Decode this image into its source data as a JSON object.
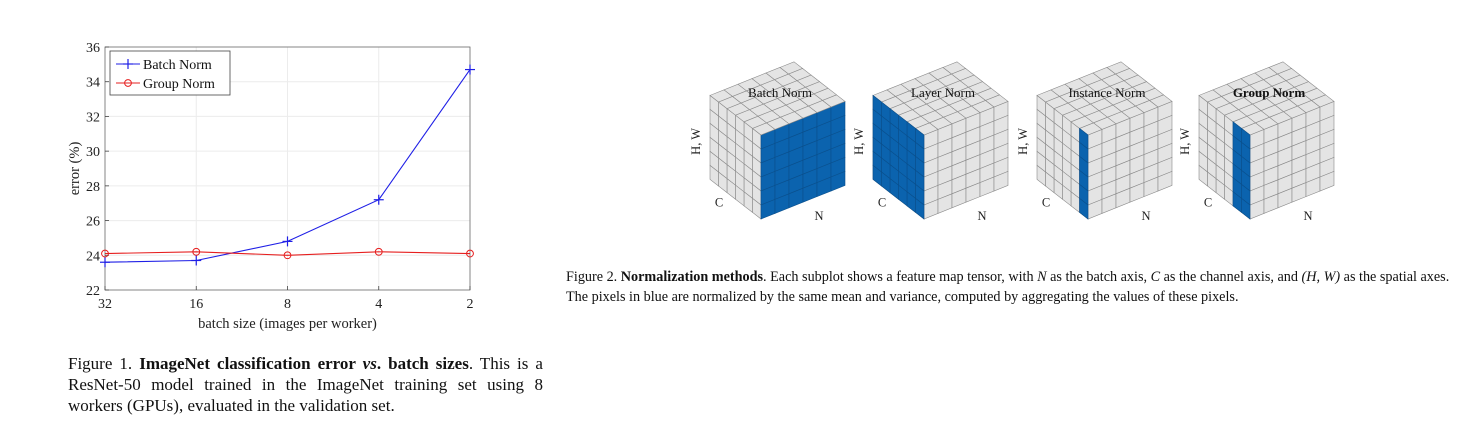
{
  "figure1": {
    "caption": {
      "prefix": "Figure 1. ",
      "bold_part1": "ImageNet classification error ",
      "bold_italic": "vs",
      "bold_part2": ". batch sizes",
      "rest": ". This is a ResNet-50 model trained in the ImageNet training set using 8 workers (GPUs), evaluated in the validation set."
    }
  },
  "chart_data": {
    "type": "line",
    "xlabel": "batch size (images per worker)",
    "ylabel": "error (%)",
    "categories": [
      "32",
      "16",
      "8",
      "4",
      "2"
    ],
    "ylim": [
      22,
      36
    ],
    "yticks": [
      22,
      24,
      26,
      28,
      30,
      32,
      34,
      36
    ],
    "grid": true,
    "legend_position": "top-left",
    "series": [
      {
        "name": "Batch Norm",
        "color": "#1f1fe6",
        "marker": "plus",
        "values": [
          23.6,
          23.7,
          24.8,
          27.2,
          34.7
        ]
      },
      {
        "name": "Group Norm",
        "color": "#e61f1f",
        "marker": "circle",
        "values": [
          24.1,
          24.2,
          24.0,
          24.2,
          24.1
        ]
      }
    ]
  },
  "figure2": {
    "colors": {
      "highlight": "#0b63ae",
      "cell": "#e4e4e4",
      "grid": "#8a8a8a"
    },
    "panels": [
      {
        "title": "Batch Norm",
        "bold": false,
        "axis_hw": "H, W",
        "axis_c": "C",
        "axis_n": "N",
        "mode": "batch"
      },
      {
        "title": "Layer Norm",
        "bold": false,
        "axis_hw": "H, W",
        "axis_c": "C",
        "axis_n": "N",
        "mode": "layer"
      },
      {
        "title": "Instance Norm",
        "bold": false,
        "axis_hw": "H, W",
        "axis_c": "C",
        "axis_n": "N",
        "mode": "instance"
      },
      {
        "title": "Group Norm",
        "bold": true,
        "axis_hw": "H, W",
        "axis_c": "C",
        "axis_n": "N",
        "mode": "group"
      }
    ],
    "caption": {
      "prefix": "Figure 2. ",
      "bold": "Normalization methods",
      "t1": ". Each subplot shows a feature map tensor, with ",
      "m1": "N",
      "t2": " as the batch axis, ",
      "m2": "C",
      "t3": " as the channel axis, and ",
      "m3": "(H, W)",
      "t4": " as the spatial axes. The pixels in blue are normalized by the same mean and variance, computed by aggregating the values of these pixels."
    }
  }
}
